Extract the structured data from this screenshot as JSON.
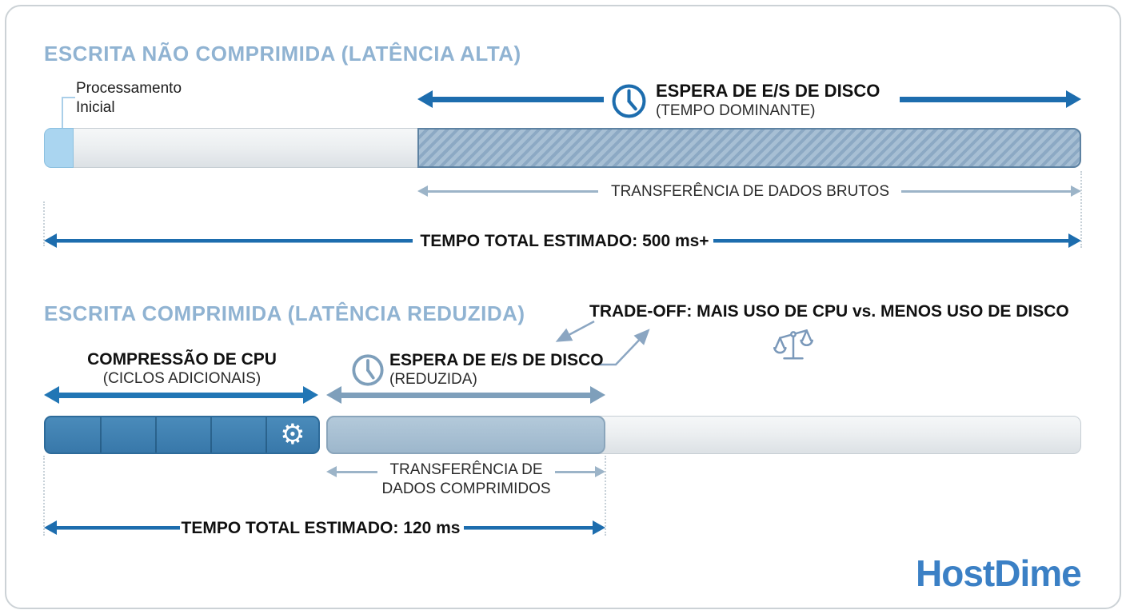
{
  "brand": {
    "name": "HostDime"
  },
  "colors": {
    "accent_blue": "#1d6dae",
    "steel_blue": "#9cb4c8",
    "slate_blue": "#7e9fbb",
    "title_blue": "#90b3d2",
    "cpu_bar_blue": "#3f81b3",
    "initial_segment_blue": "#aad5f0",
    "logo_blue": "#3b80c5"
  },
  "glyphs": {
    "gear": "⚙"
  },
  "uncompressed": {
    "title": "ESCRITA NÃO COMPRIMIDA (LATÊNCIA ALTA)",
    "initial_processing": {
      "line1": "Processamento",
      "line2": "Inicial"
    },
    "disk_wait": {
      "title": "ESPERA DE E/S DE DISCO",
      "subtitle": "(TEMPO DOMINANTE)"
    },
    "raw_transfer_label": "TRANSFERÊNCIA DE DADOS BRUTOS",
    "total_time_label": "TEMPO TOTAL ESTIMADO: 500 ms+"
  },
  "compressed": {
    "title": "ESCRITA COMPRIMIDA (LATÊNCIA REDUZIDA)",
    "tradeoff_label": "TRADE-OFF: MAIS USO DE CPU vs. MENOS USO DE DISCO",
    "cpu_compression": {
      "title": "COMPRESSÃO DE CPU",
      "subtitle": "(CICLOS ADICIONAIS)"
    },
    "disk_wait": {
      "title": "ESPERA DE E/S DE DISCO",
      "subtitle": "(REDUZIDA)"
    },
    "compressed_transfer": {
      "line1": "TRANSFERÊNCIA DE",
      "line2": "DADOS COMPRIMIDOS"
    },
    "total_time_label": "TEMPO TOTAL ESTIMADO: 120 ms"
  }
}
